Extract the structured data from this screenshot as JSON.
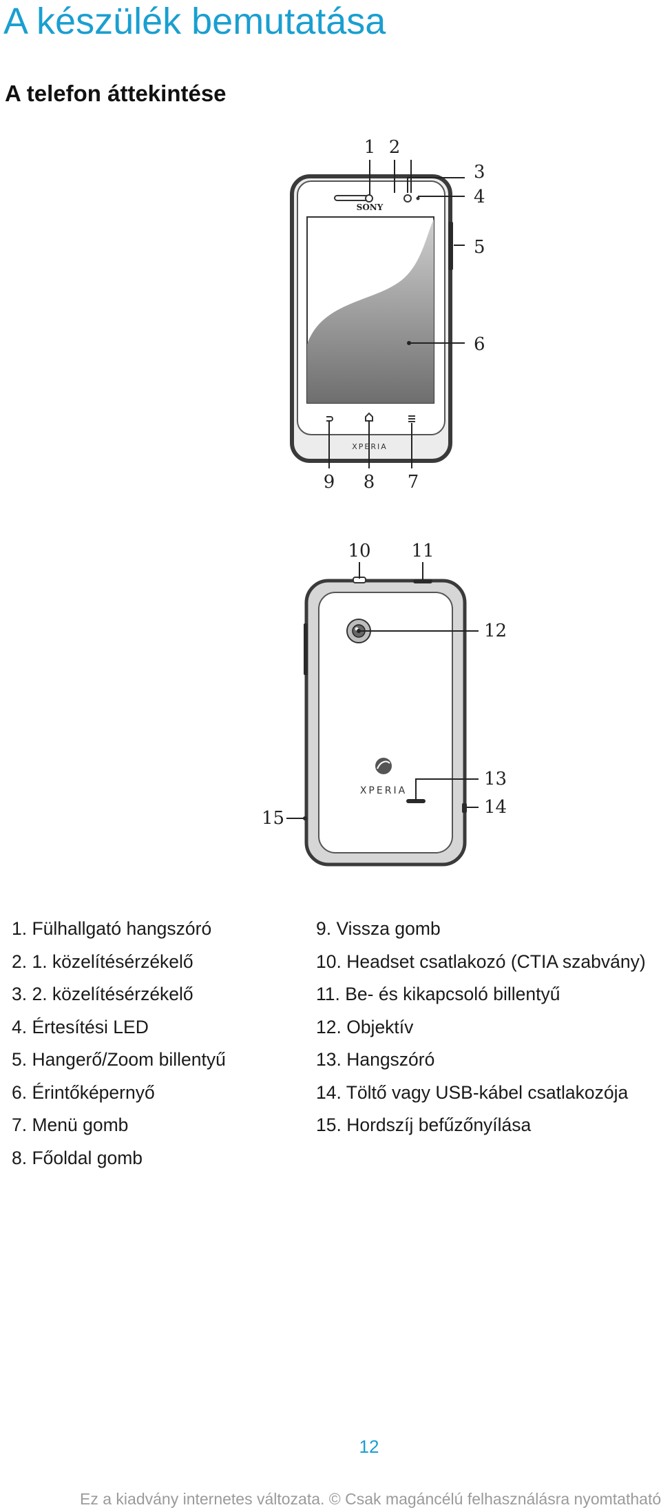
{
  "page": {
    "title": "A készülék bemutatása",
    "section_title": "A telefon áttekintése",
    "page_number": "12",
    "footer": "Ez a kiadvány internetes változata. © Csak magáncélú felhasználásra nyomtatható ki."
  },
  "front_figure": {
    "brand_top": "SONY",
    "brand_bottom": "XPERIA",
    "callouts": {
      "c1": "1",
      "c2": "2",
      "c3": "3",
      "c4": "4",
      "c5": "5",
      "c6": "6",
      "c7": "7",
      "c8": "8",
      "c9": "9"
    }
  },
  "back_figure": {
    "brand": "XPERIA",
    "callouts": {
      "c10": "10",
      "c11": "11",
      "c12": "12",
      "c13": "13",
      "c14": "14",
      "c15": "15"
    }
  },
  "legend": {
    "left": [
      "1. Fülhallgató hangszóró",
      "2. 1. közelítésérzékelő",
      "3. 2. közelítésérzékelő",
      "4. Értesítési LED",
      "5. Hangerő/Zoom billentyű",
      "6. Érintőképernyő",
      "7. Menü gomb",
      "8. Főoldal gomb"
    ],
    "right": [
      "9. Vissza gomb",
      "10. Headset csatlakozó (CTIA szabvány)",
      "11. Be- és kikapcsoló billentyű",
      "12. Objektív",
      "13. Hangszóró",
      "14. Töltő vagy USB-kábel csatlakozója",
      "15. Hordszíj befűzőnyílása"
    ]
  }
}
